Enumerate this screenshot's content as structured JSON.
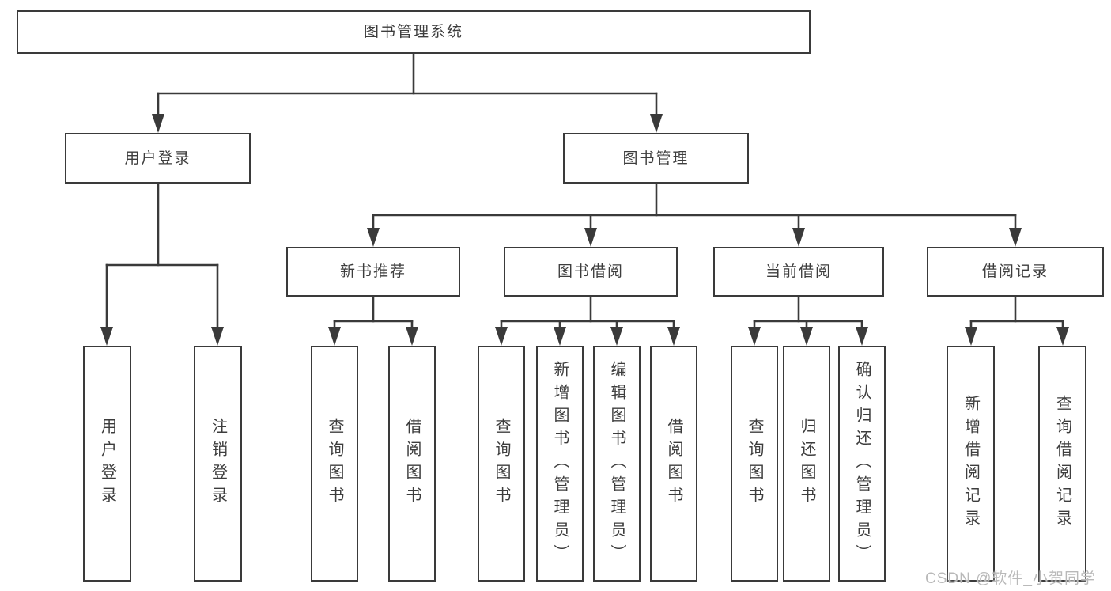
{
  "diagram": {
    "title": "图书管理系统",
    "root": {
      "label": "图书管理系统"
    },
    "level2": [
      {
        "label": "用户登录"
      },
      {
        "label": "图书管理"
      }
    ],
    "level3": [
      {
        "label": "新书推荐"
      },
      {
        "label": "图书借阅"
      },
      {
        "label": "当前借阅"
      },
      {
        "label": "借阅记录"
      }
    ],
    "leaves": [
      {
        "label": "用户登录"
      },
      {
        "label": "注销登录"
      },
      {
        "label": "查询图书"
      },
      {
        "label": "借阅图书"
      },
      {
        "label": "查询图书"
      },
      {
        "label": "新增图书（管理员）"
      },
      {
        "label": "编辑图书（管理员）"
      },
      {
        "label": "借阅图书"
      },
      {
        "label": "查询图书"
      },
      {
        "label": "归还图书"
      },
      {
        "label": "确认归还（管理员）"
      },
      {
        "label": "新增借阅记录"
      },
      {
        "label": "查询借阅记录"
      }
    ]
  },
  "watermark": {
    "text": "CSDN @软件_小贺同学"
  },
  "colors": {
    "line": "#3a3a3a",
    "border": "#3a3a3a",
    "text": "#3d3d3d",
    "watermark": "#b9b9b9",
    "background": "#ffffff"
  }
}
